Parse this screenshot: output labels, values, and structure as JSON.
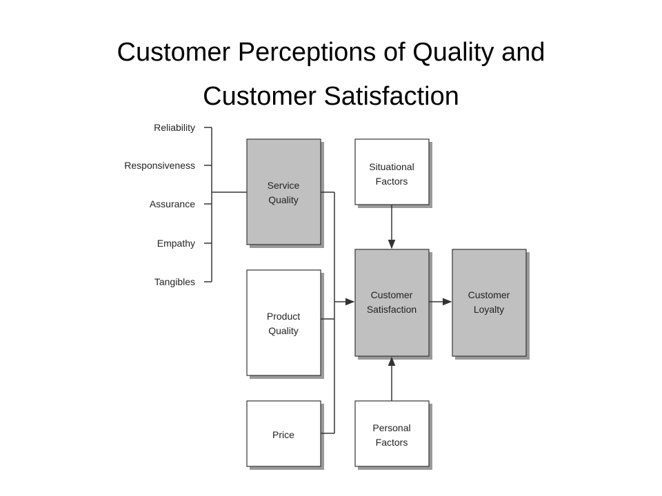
{
  "title": {
    "line1": "Customer Perceptions of Quality and",
    "line2": "Customer Satisfaction"
  },
  "dimensions": [
    "Reliability",
    "Responsiveness",
    "Assurance",
    "Empathy",
    "Tangibles"
  ],
  "boxes": {
    "service_quality": [
      "Service",
      "Quality"
    ],
    "product_quality": [
      "Product",
      "Quality"
    ],
    "price": [
      "Price"
    ],
    "situational_factors": [
      "Situational",
      "Factors"
    ],
    "customer_satisfaction": [
      "Customer",
      "Satisfaction"
    ],
    "customer_loyalty": [
      "Customer",
      "Loyalty"
    ],
    "personal_factors": [
      "Personal",
      "Factors"
    ]
  },
  "colors": {
    "shaded_box": "#c0c0c0",
    "plain_box": "#ffffff",
    "shadow": "#9a9a9a",
    "line": "#333333"
  }
}
